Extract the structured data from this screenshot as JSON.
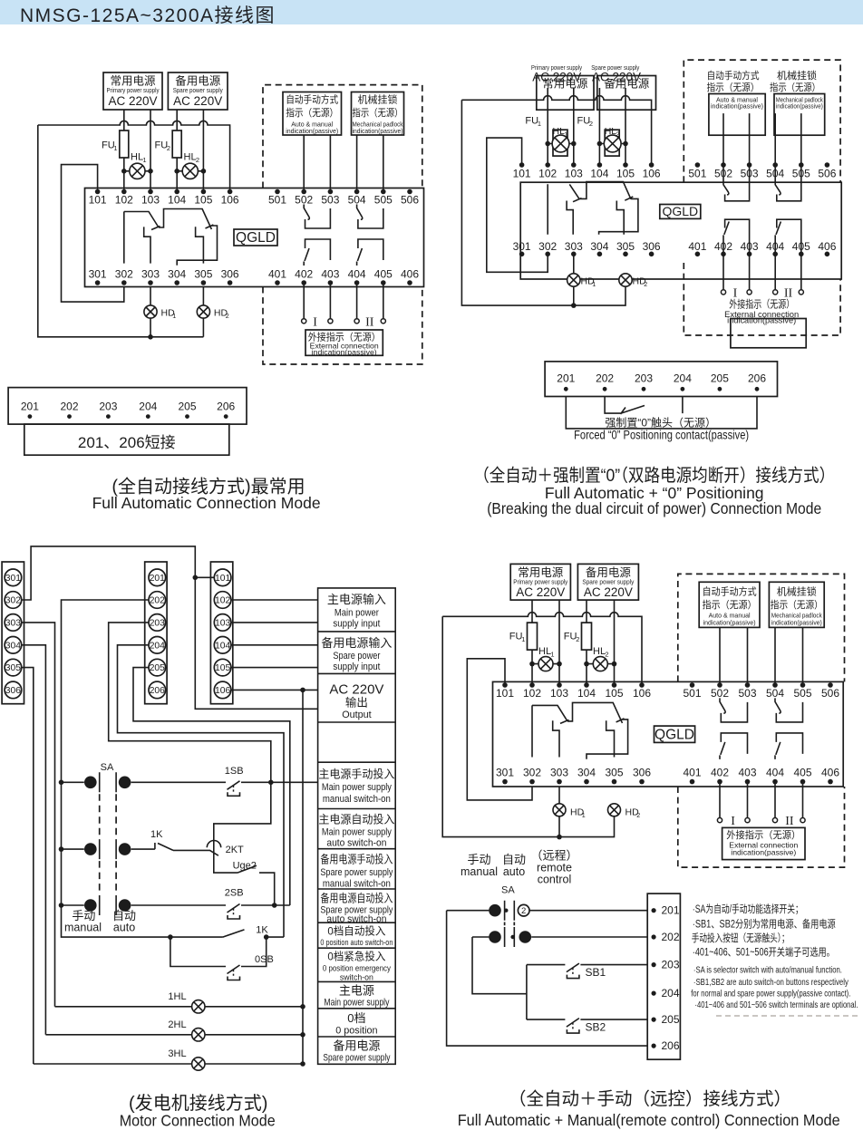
{
  "title": "NMSG-125A~3200A接线图",
  "tl": {
    "pow1": {
      "zh": "常用电源",
      "en": "Primary power supply",
      "v": "AC 220V"
    },
    "pow2": {
      "zh": "备用电源",
      "en": "Spare power supply",
      "v": "AC 220V"
    },
    "fu1": {
      "t": "FU",
      "s": "1"
    },
    "fu2": {
      "t": "FU",
      "s": "2"
    },
    "hl1": {
      "t": "HL",
      "s": "1"
    },
    "hl2": {
      "t": "HL",
      "s": "2"
    },
    "hd1": {
      "t": "HD",
      "s": "1"
    },
    "hd2": {
      "t": "HD",
      "s": "2"
    },
    "top": [
      "101",
      "102",
      "103",
      "104",
      "105",
      "106",
      "501",
      "502",
      "503",
      "504",
      "505",
      "506"
    ],
    "bot": [
      "301",
      "302",
      "303",
      "304",
      "305",
      "306",
      "401",
      "402",
      "403",
      "404",
      "405",
      "406"
    ],
    "qgld": "QGLD",
    "ind1": {
      "zh1": "自动手动方式",
      "zh2": "指示（无源）",
      "en1": "Auto & manual",
      "en2": "indication(passive)"
    },
    "ind2": {
      "zh1": "机械挂锁",
      "zh2": "指示（无源）",
      "en1": "Mechanical padlock",
      "en2": "indication(passive)"
    },
    "ext": {
      "zh": "外接指示（无源）",
      "en1": "External connection",
      "en2": "indication(passive)"
    },
    "rom1": "I",
    "rom2": "II",
    "strip": [
      "201",
      "202",
      "203",
      "204",
      "205",
      "206"
    ],
    "short": "201、206短接",
    "cap_zh": "(全自动接线方式)最常用",
    "cap_en": "Full Automatic Connection Mode"
  },
  "tr": {
    "pow1": {
      "zh": "常用电源",
      "en": "Primary power supply",
      "v": "AC 220V"
    },
    "pow2": {
      "zh": "备用电源",
      "en": "Spare power supply",
      "v": "AC 220V"
    },
    "fu1": {
      "t": "FU",
      "s": "1"
    },
    "fu2": {
      "t": "FU",
      "s": "2"
    },
    "hl1": {
      "t": "HL",
      "s": "1"
    },
    "hl2": {
      "t": "HL",
      "s": "2"
    },
    "hd1": {
      "t": "HD",
      "s": "1"
    },
    "hd2": {
      "t": "HD",
      "s": "2"
    },
    "top": [
      "101",
      "102",
      "103",
      "104",
      "105",
      "106",
      "501",
      "502",
      "503",
      "504",
      "505",
      "506"
    ],
    "bot": [
      "301",
      "302",
      "303",
      "304",
      "305",
      "306",
      "401",
      "402",
      "403",
      "404",
      "405",
      "406"
    ],
    "qgld": "QGLD",
    "ind1": {
      "zh1": "自动手动方式",
      "zh2": "指示（无源）",
      "en1": "Auto & manual",
      "en2": "indication(passive)"
    },
    "ind2": {
      "zh1": "机械挂锁",
      "zh2": "指示（无源）",
      "en1": "Mechanical padlock",
      "en2": "indication(passive)"
    },
    "ext": {
      "zh": "外接指示（无源）",
      "en1": "External connection",
      "en2": "indication(passive)"
    },
    "rom1": "I",
    "rom2": "II",
    "strip": [
      "201",
      "202",
      "203",
      "204",
      "205",
      "206"
    ],
    "forced_zh": "强制置“0”触头（无源）",
    "forced_en": "Forced “0” Positioning contact(passive)",
    "cap_zh": "（全自动＋强制置“0”（双路电源均断开）接线方式）",
    "cap_en1": "Full Automatic + “0” Positioning",
    "cap_en2": "(Breaking the dual circuit of power) Connection Mode"
  },
  "bl": {
    "s301": [
      "301",
      "302",
      "303",
      "304",
      "305",
      "306"
    ],
    "s201": [
      "201",
      "202",
      "203",
      "204",
      "205",
      "206"
    ],
    "s101": [
      "101",
      "102",
      "103",
      "104",
      "105",
      "106"
    ],
    "table": [
      {
        "zh": "主电源输入",
        "en1": "Main power",
        "en2": "supply input"
      },
      {
        "zh": "备用电源输入",
        "en1": "Spare power",
        "en2": "supply input"
      },
      {
        "zh": "AC 220V",
        "en1": "输出",
        "en2": "Output"
      },
      {
        "zh": "",
        "en1": "",
        "en2": ""
      },
      {
        "zh": "主电源手动投入",
        "en1": "Main power supply",
        "en2": "manual switch-on"
      },
      {
        "zh": "主电源自动投入",
        "en1": "Main power supply",
        "en2": "auto switch-on"
      },
      {
        "zh": "备用电源手动投入",
        "en1": "Spare power supply",
        "en2": "manual switch-on"
      },
      {
        "zh": "备用电源自动投入",
        "en1": "Spare power supply",
        "en2": "auto switch-on"
      },
      {
        "zh": "0档自动投入",
        "en1": "0 position auto switch-on",
        "en2": ""
      },
      {
        "zh": "0档紧急投入",
        "en1": "0 position emergency",
        "en2": "switch-on"
      },
      {
        "zh": "主电源",
        "en1": "Main power supply",
        "en2": ""
      },
      {
        "zh": "0档",
        "en1": "0 position",
        "en2": ""
      },
      {
        "zh": "备用电源",
        "en1": "Spare power supply",
        "en2": ""
      }
    ],
    "sa": "SA",
    "k1a": "1K",
    "k1b": "1K",
    "kt": "2KT",
    "uge": "Uge2",
    "sb1": "1SB",
    "sb2": "2SB",
    "sb0": "0SB",
    "hl": [
      "1HL",
      "2HL",
      "3HL"
    ],
    "manual_zh": "手动",
    "manual_en": "manual",
    "auto_zh": "自动",
    "auto_en": "auto",
    "cap_zh": "(发电机接线方式)",
    "cap_en": "Motor Connection Mode"
  },
  "br": {
    "pow1": {
      "zh": "常用电源",
      "en": "Primary power supply",
      "v": "AC 220V"
    },
    "pow2": {
      "zh": "备用电源",
      "en": "Spare power supply",
      "v": "AC 220V"
    },
    "fu1": {
      "t": "FU",
      "s": "1"
    },
    "fu2": {
      "t": "FU",
      "s": "2"
    },
    "hl1": {
      "t": "HL",
      "s": "1"
    },
    "hl2": {
      "t": "HL",
      "s": "2"
    },
    "hd1": {
      "t": "HD",
      "s": "1"
    },
    "hd2": {
      "t": "HD",
      "s": "2"
    },
    "top": [
      "101",
      "102",
      "103",
      "104",
      "105",
      "106",
      "501",
      "502",
      "503",
      "504",
      "505",
      "506"
    ],
    "bot": [
      "301",
      "302",
      "303",
      "304",
      "305",
      "306",
      "401",
      "402",
      "403",
      "404",
      "405",
      "406"
    ],
    "qgld": "QGLD",
    "ind1": {
      "zh1": "自动手动方式",
      "zh2": "指示（无源）",
      "en1": "Auto & manual",
      "en2": "indication(passive)"
    },
    "ind2": {
      "zh1": "机械挂锁",
      "zh2": "指示（无源）",
      "en1": "Mechanical padlock",
      "en2": "indication(passive)"
    },
    "ext": {
      "zh": "外接指示（无源）",
      "en1": "External connection",
      "en2": "indication(passive)"
    },
    "rom1": "I",
    "rom2": "II",
    "manual_zh": "手动",
    "manual_en": "manual",
    "auto_zh": "自动",
    "auto_en": "auto",
    "remote_zh": "（远程）",
    "remote_en1": "remote",
    "remote_en2": "control",
    "sa": "SA",
    "tag2": "2",
    "sb1": "SB1",
    "sb2": "SB2",
    "strip": [
      "201",
      "202",
      "203",
      "204",
      "205",
      "206"
    ],
    "notes_zh": [
      "·SA为自动/手动功能选择开关；",
      "·SB1、SB2分别为常用电源、备用电源",
      "手动投入按钮（无源触头）；",
      "·401~406、501~506开关端子可选用。"
    ],
    "notes_en": [
      "·SA is selector switch with auto/manual function.",
      "·SB1,SB2 are auto switch-on buttons respectively",
      "for normal and spare power supply(passive contact).",
      "·401~406 and 501~506 switch terminals are optional."
    ],
    "cap_zh": "（全自动＋手动（远控）接线方式）",
    "cap_en": "Full Automatic + Manual(remote control) Connection Mode"
  }
}
